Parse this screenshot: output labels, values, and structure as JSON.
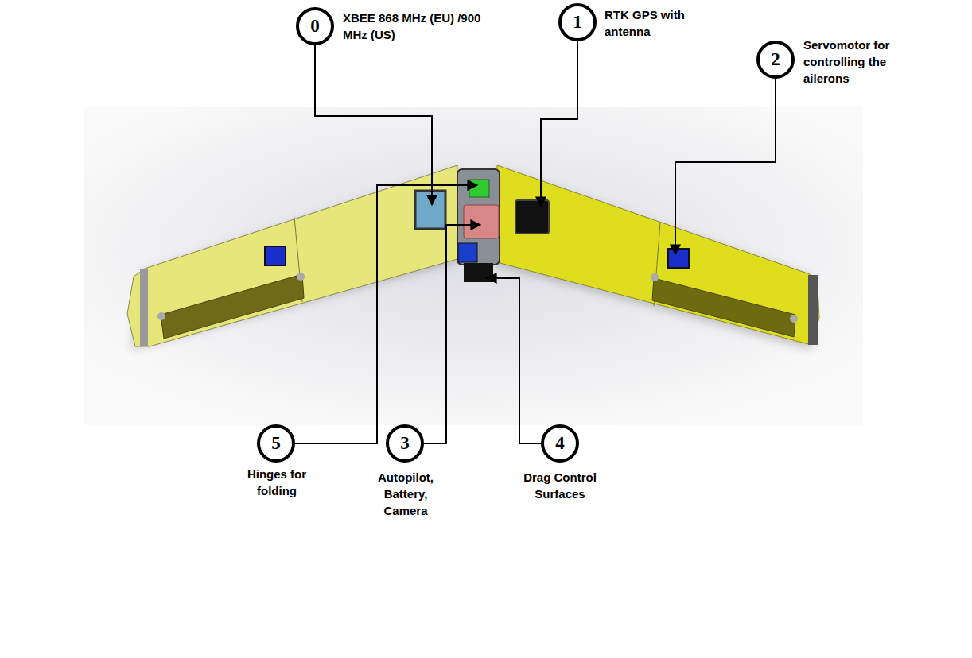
{
  "diagram": {
    "nodes": [
      {
        "text": [
          "0",
          "XBEE 868 MHz (EU) /900 MHz (US)"
        ]
      },
      {
        "text": [
          "1",
          "RTK GPS with antenna"
        ]
      },
      {
        "text": [
          "2",
          "Servomotor for controlling the ailerons"
        ]
      },
      {
        "text": [
          "5",
          "Hinges for folding"
        ]
      },
      {
        "text": [
          "3",
          "Autopilot, Battery, Camera"
        ]
      },
      {
        "text": [
          "4",
          "Drag Control Surfaces"
        ]
      }
    ]
  }
}
